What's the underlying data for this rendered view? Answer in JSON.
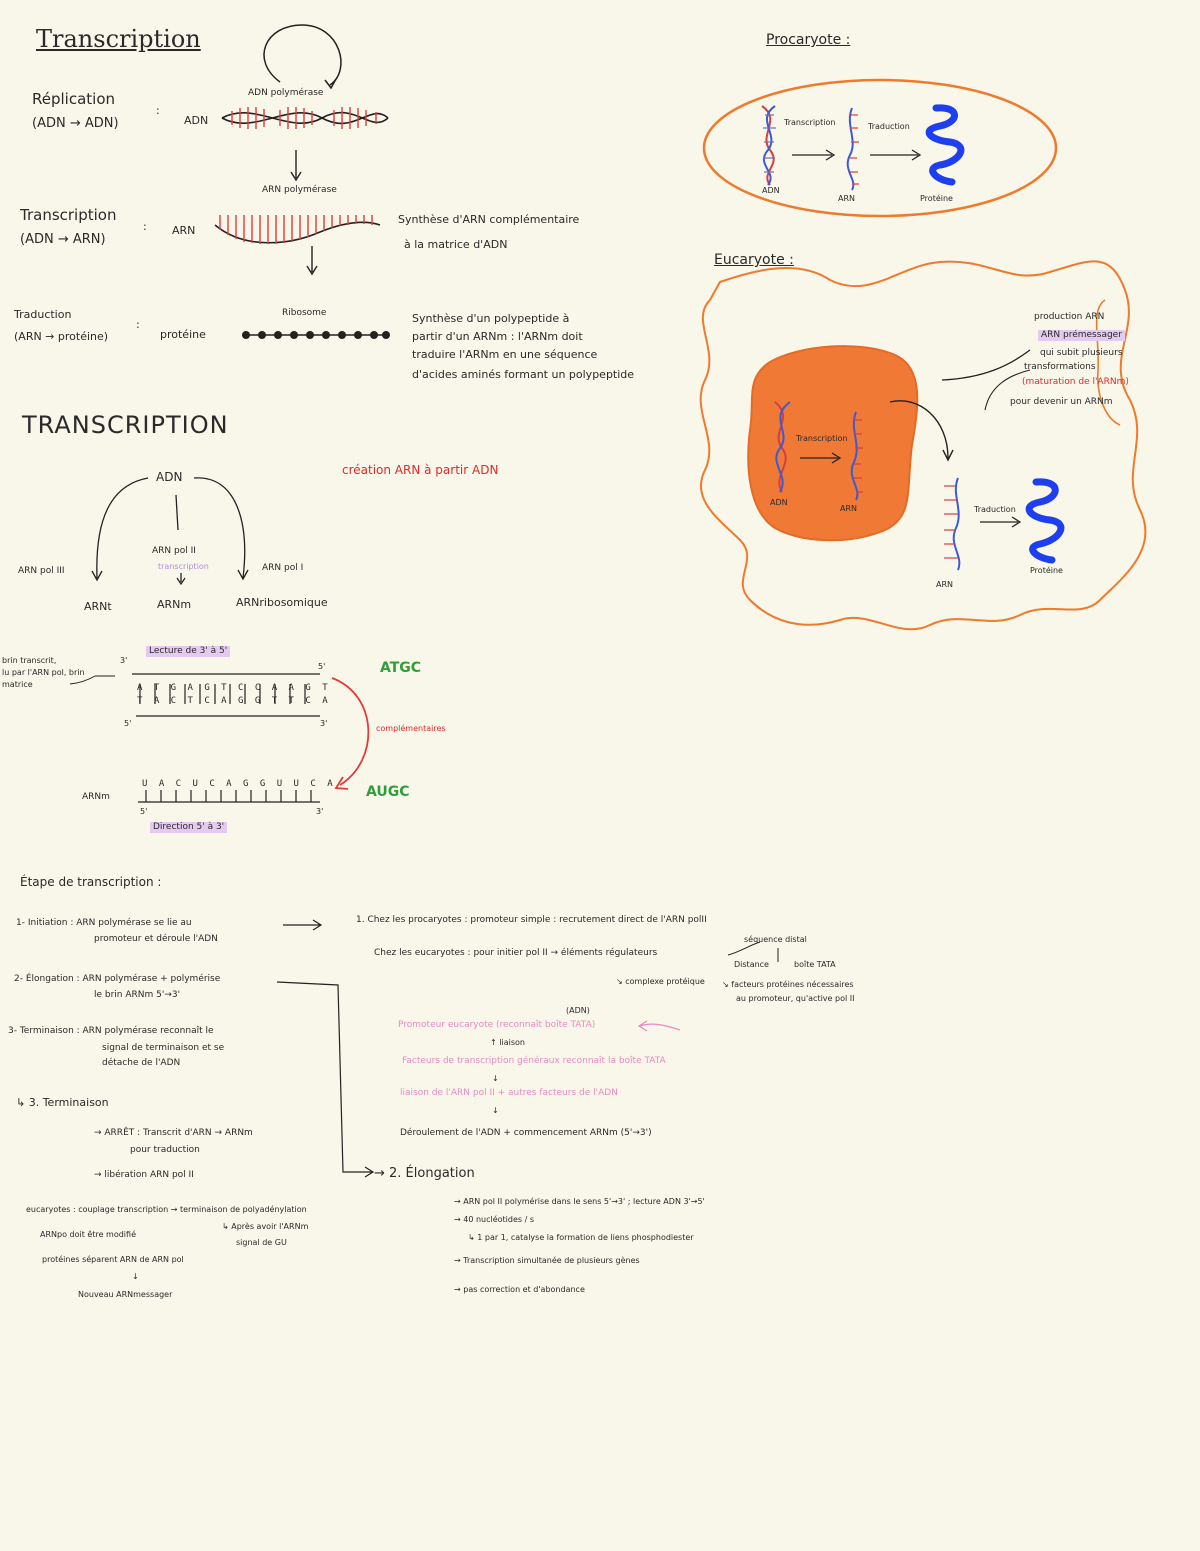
{
  "title": "Transcription",
  "replication": {
    "label": "Réplication",
    "sub": "(ADN → ADN)",
    "colon": ":",
    "adn": "ADN",
    "enzyme": "ADN polymérase"
  },
  "transcription_row": {
    "label": "Transcription",
    "sub": "(ADN → ARN)",
    "colon": ":",
    "arn": "ARN",
    "enzyme": "ARN polymérase",
    "desc1": "Synthèse d'ARN complémentaire",
    "desc2": "à la matrice d'ADN"
  },
  "traduction_row": {
    "label": "Traduction",
    "sub": "(ARN → protéine)",
    "colon": ":",
    "prot": "protéine",
    "enzyme": "Ribosome",
    "desc1": "Synthèse d'un polypeptide à",
    "desc2": "partir d'un ARNm : l'ARNm doit",
    "desc3": "traduire l'ARNm en une séquence",
    "desc4": "d'acides aminés formant un polypeptide"
  },
  "transcription_big": "TRANSCRIPTION",
  "creation": "création ARN à partir ADN",
  "tree": {
    "root": "ADN",
    "left": "ARN pol III",
    "mid": "ARN pol II",
    "mid_sub": "transcription",
    "right": "ARN pol I",
    "out_left": "ARNt",
    "out_mid": "ARNm",
    "out_right": "ARNribosomique"
  },
  "strand": {
    "lecture": "Lecture de 3' à 5'",
    "note1": "brin transcrit,",
    "note2": "lu par l'ARN pol, brin",
    "note3": "matrice",
    "five1": "5'",
    "three1": "3'",
    "five2": "5'",
    "three2": "3'",
    "top_bases": "A T G A G T C C A A G T",
    "bot_bases": "T A C T C A G G T T C A",
    "atgc": "ATGC",
    "comp": "complémentaires",
    "arnm": "ARNm",
    "rna_bases": "U A C U C A G G U U C A",
    "five3": "5'",
    "three3": "3'",
    "augc": "AUGC",
    "direction": "Direction 5' à 3'"
  },
  "etapes": {
    "title": "Étape de transcription :",
    "s1": "1- Initiation : ARN polymérase se lie au",
    "s1b": "promoteur et déroule l'ADN",
    "s2": "2- Élongation : ARN polymérase + polymérise",
    "s2b": "le brin ARNm 5'→3'",
    "s3": "3- Terminaison : ARN polymérase reconnaît le",
    "s3b": "signal de terminaison et se",
    "s3c": "détache de l'ADN",
    "t3": "↳ 3. Terminaison",
    "arret": "→ ARRÊT : Transcrit d'ARN → ARNm",
    "arret2": "pour traduction",
    "lib": "→ libération ARN pol II",
    "ex1": "eucaryotes : couplage transcription → terminaison de polyadénylation",
    "ex2": "↳ Après avoir l'ARNm",
    "ex3": "signal de GU",
    "ex4": "ARNpo doit être modifié",
    "ex5": "protéines séparent ARN de ARN pol",
    "arrow": "↓",
    "ex6": "Nouveau ARNmessager",
    "r1": "1. Chez les procaryotes : promoteur simple : recrutement direct de l'ARN polII",
    "r2": "Chez les eucaryotes : pour initier pol II → éléments régulateurs",
    "seq": "séquence distal",
    "dist": "Distance",
    "tata": "boîte TATA",
    "complexe": "↘ complexe protéique",
    "fact": "↘ facteurs protéines nécessaires",
    "fact2": "au promoteur, qu'active pol II",
    "adn_p": "(ADN)",
    "p1": "Promoteur eucaryote (reconnaît boîte TATA)",
    "p2": "↑ liaison",
    "p3": "Facteurs de transcription généraux reconnaît la boîte TATA",
    "p4": "↓",
    "p5": "liaison de l'ARN pol II + autres facteurs de l'ADN",
    "p6": "↓",
    "der": "Déroulement de l'ADN + commencement ARNm (5'→3')",
    "elong": "→ 2. Élongation",
    "e1": "→ ARN pol II polymérise dans le sens 5'→3' ; lecture ADN 3'→5'",
    "e2": "→ 40 nucléotides / s",
    "e3": "↳ 1 par 1, catalyse la formation de liens phosphodiester",
    "e4": "→ Transcription simultanée de plusieurs gènes",
    "e5": "→ pas correction et d'abondance"
  },
  "prokaryote": {
    "title": "Procaryote :",
    "transcription": "Transcription",
    "traduction": "Traduction",
    "adn": "ADN",
    "arn": "ARN",
    "prot": "Protéine"
  },
  "eukaryote": {
    "title": "Eucaryote :",
    "transcription": "Transcription",
    "traduction": "Traduction",
    "adn": "ADN",
    "arn": "ARN",
    "arn2": "ARN",
    "prot": "Protéine",
    "n1": "production ARN",
    "n2": "ARN prémessager",
    "n3": "qui subit plusieurs",
    "n4": "transformations",
    "n5": "(maturation de l'ARNm)",
    "n6": "pour devenir un ARNm"
  }
}
